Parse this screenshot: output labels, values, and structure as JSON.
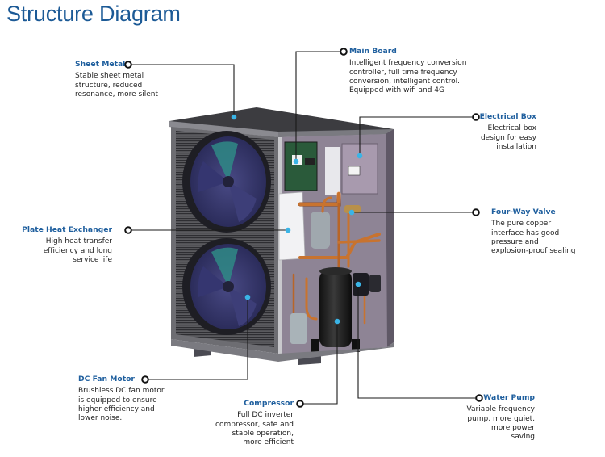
{
  "title": "Structure Diagram",
  "accent_color": "#1f5f9e",
  "marker_color": "#3ab4e6",
  "components": [
    {
      "id": "sheet-metal",
      "name": "Sheet Metal",
      "description": "Stable sheet metal\nstructure, reduced\nresonance, more silent"
    },
    {
      "id": "main-board",
      "name": "Main Board",
      "description": "Intelligent frequency conversion\ncontroller, full time frequency\nconversion, intelligent control.\nEquipped with wifi and 4G"
    },
    {
      "id": "electrical-box",
      "name": "Electrical Box",
      "description": "Electrical box\ndesign for easy\ninstallation"
    },
    {
      "id": "four-way-valve",
      "name": "Four-Way Valve",
      "description": "The pure copper\ninterface has good\npressure and\nexplosion-proof sealing"
    },
    {
      "id": "plate-heat-exchanger",
      "name": "Plate Heat Exchanger",
      "description": "High heat transfer\nefficiency and long\nservice life"
    },
    {
      "id": "dc-fan-motor",
      "name": "DC Fan Motor",
      "description": "Brushless DC fan motor\nis equipped to ensure\nhigher efficiency and\nlower noise."
    },
    {
      "id": "compressor",
      "name": "Compressor",
      "description": "Full DC inverter\ncompressor, safe and\nstable operation,\nmore efficient"
    },
    {
      "id": "water-pump",
      "name": "Water Pump",
      "description": "Variable frequency\npump, more quiet,\nmore power\nsaving"
    }
  ]
}
